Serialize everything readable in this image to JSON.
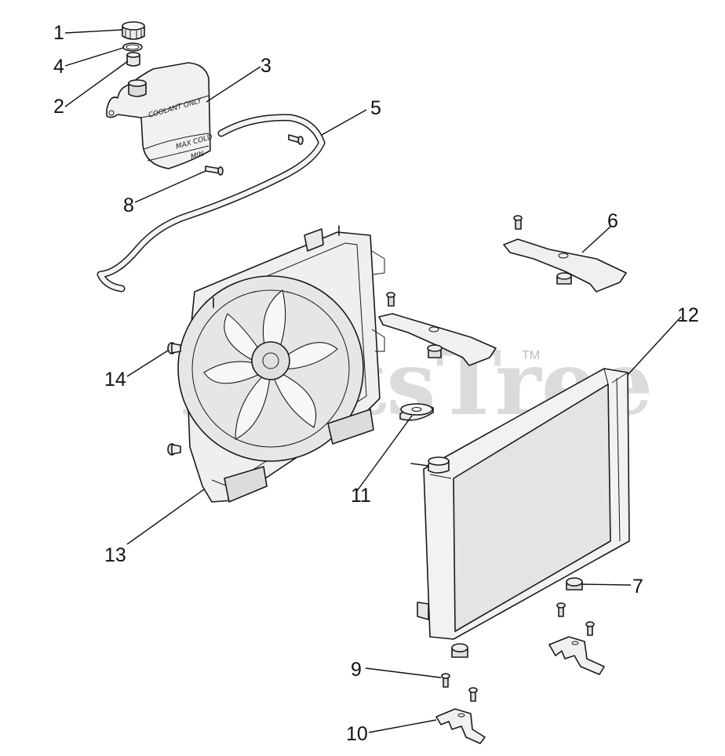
{
  "watermark": {
    "text": "PartsTree",
    "tm": "TM"
  },
  "tank_labels": {
    "coolant": "COOLANT ONLY",
    "max": "MAX COLD",
    "min": "MIN"
  },
  "callouts": [
    "1",
    "2",
    "3",
    "4",
    "5",
    "6",
    "7",
    "8",
    "9",
    "10",
    "11",
    "12",
    "13",
    "14"
  ]
}
